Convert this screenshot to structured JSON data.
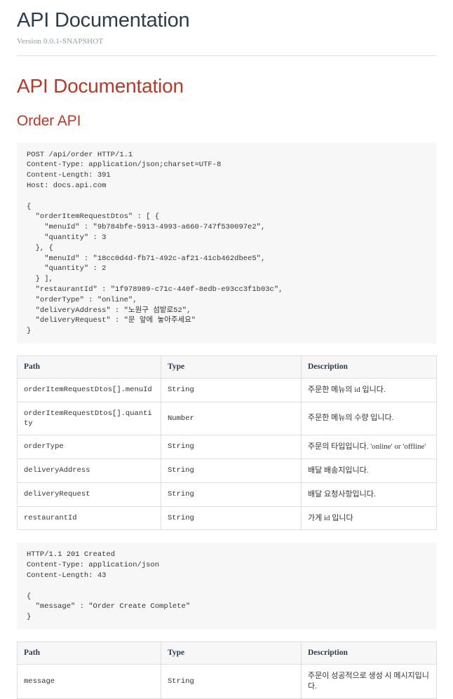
{
  "header": {
    "title": "API Documentation",
    "version": "Version 0.0.1-SNAPSHOT"
  },
  "sections": {
    "main_heading": "API Documentation",
    "order_api_heading": "Order API"
  },
  "request_block": {
    "code": "POST /api/order HTTP/1.1\nContent-Type: application/json;charset=UTF-8\nContent-Length: 391\nHost: docs.api.com\n\n{\n  \"orderItemRequestDtos\" : [ {\n    \"menuId\" : \"9b784bfe-5913-4993-a660-747f530097e2\",\n    \"quantity\" : 3\n  }, {\n    \"menuId\" : \"18cc0d4d-fb71-492c-af21-41cb462dbee5\",\n    \"quantity\" : 2\n  } ],\n  \"restaurantId\" : \"1f978989-c71c-440f-8edb-e93cc3f1b03c\",\n  \"orderType\" : \"online\",\n  \"deliveryAddress\" : \"노원구 섬밭로52\",\n  \"deliveryRequest\" : \"문 앞에 놓아주세요\"\n}"
  },
  "request_table": {
    "columns": [
      "Path",
      "Type",
      "Description"
    ],
    "rows": [
      {
        "path": "orderItemRequestDtos[].menuId",
        "type": "String",
        "description": "주문한 메뉴의 id 입니다."
      },
      {
        "path": "orderItemRequestDtos[].quantity",
        "type": "Number",
        "description": "주문한 메뉴의 수량 입니다."
      },
      {
        "path": "orderType",
        "type": "String",
        "description": "주문의 타입입니다. 'online' or 'offline'"
      },
      {
        "path": "deliveryAddress",
        "type": "String",
        "description": "배달 배송지입니다."
      },
      {
        "path": "deliveryRequest",
        "type": "String",
        "description": "배달 요청사항입니다."
      },
      {
        "path": "restaurantId",
        "type": "String",
        "description": "가게 id 입니다"
      }
    ]
  },
  "response_block": {
    "code": "HTTP/1.1 201 Created\nContent-Type: application/json\nContent-Length: 43\n\n{\n  \"message\" : \"Order Create Complete\"\n}"
  },
  "response_table": {
    "columns": [
      "Path",
      "Type",
      "Description"
    ],
    "rows": [
      {
        "path": "message",
        "type": "String",
        "description": "주문이 성공적으로 생성 시 메시지입니다."
      }
    ]
  },
  "colors": {
    "title": "#2b3d4f",
    "heading_accent": "#ba3925",
    "code_background": "#f7f7f8",
    "table_border": "#dedede",
    "version_text": "#8f9ba6"
  }
}
